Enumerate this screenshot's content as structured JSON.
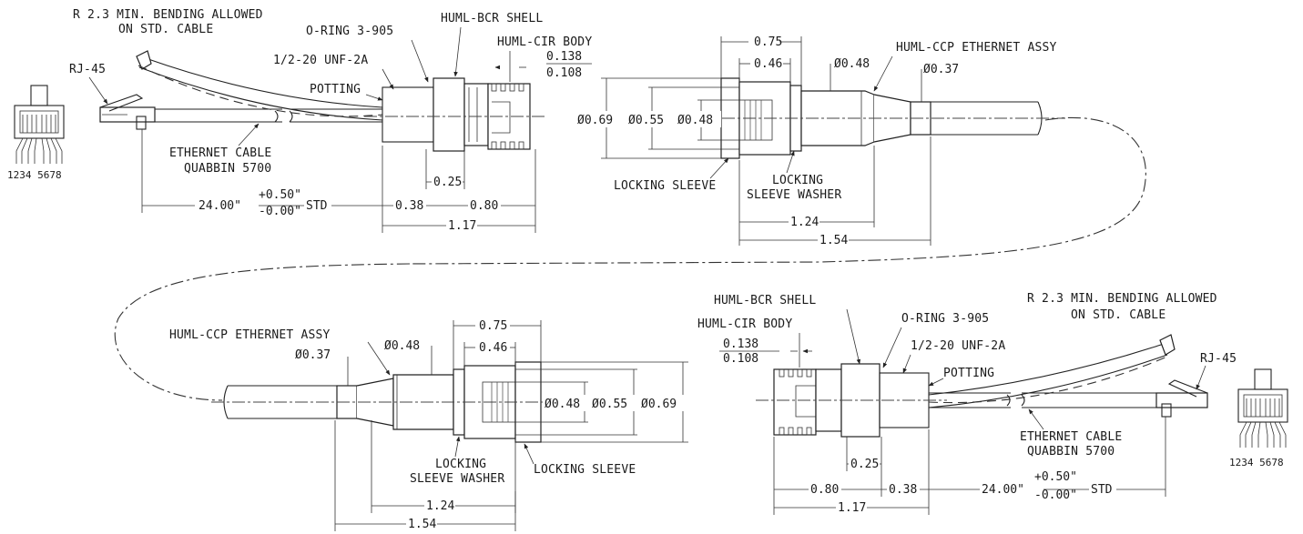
{
  "assembly_top_left": {
    "bend_note_1": "R 2.3 MIN. BENDING ALLOWED",
    "bend_note_2": "ON STD. CABLE",
    "rj45": "RJ-45",
    "pin_numbers": "1234 5678",
    "oring": "O-RING 3-905",
    "thread": "1/2-20 UNF-2A",
    "potting": "POTTING",
    "shell": "HUML-BCR SHELL",
    "body": "HUML-CIR BODY",
    "dim_0138": "0.138",
    "dim_0108": "0.108",
    "cable_1": "ETHERNET CABLE",
    "cable_2": "QUABBIN 5700",
    "len": "24.00\"",
    "tol_plus": "+0.50\"",
    "tol_minus": "-0.00\"",
    "std": "STD",
    "dim_038": "0.38",
    "dim_080": "0.80",
    "dim_025": "0.25",
    "dim_117": "1.17"
  },
  "assembly_top_right": {
    "dim_075": "0.75",
    "dim_046": "0.46",
    "dia_048_top": "Ø0.48",
    "dia_037": "Ø0.37",
    "ccp": "HUML-CCP ETHERNET ASSY",
    "dia_069": "Ø0.69",
    "dia_055": "Ø0.55",
    "dia_048": "Ø0.48",
    "locking_sleeve": "LOCKING SLEEVE",
    "washer_1": "LOCKING",
    "washer_2": "SLEEVE WASHER",
    "dim_124": "1.24",
    "dim_154": "1.54"
  },
  "assembly_bottom_left": {
    "ccp": "HUML-CCP ETHERNET ASSY",
    "dia_037": "Ø0.37",
    "dia_048_top": "Ø0.48",
    "dim_075": "0.75",
    "dim_046": "0.46",
    "dia_048": "Ø0.48",
    "dia_055": "Ø0.55",
    "dia_069": "Ø0.69",
    "washer_1": "LOCKING",
    "washer_2": "SLEEVE WASHER",
    "locking_sleeve": "LOCKING SLEEVE",
    "dim_124": "1.24",
    "dim_154": "1.54"
  },
  "assembly_bottom_right": {
    "shell": "HUML-BCR SHELL",
    "body": "HUML-CIR BODY",
    "oring": "O-RING 3-905",
    "bend_note_1": "R 2.3 MIN. BENDING ALLOWED",
    "bend_note_2": "ON STD. CABLE",
    "dim_0138": "0.138",
    "dim_0108": "0.108",
    "thread": "1/2-20 UNF-2A",
    "potting": "POTTING",
    "rj45": "RJ-45",
    "cable_1": "ETHERNET CABLE",
    "cable_2": "QUABBIN 5700",
    "pin_numbers": "1234 5678",
    "dim_025": "0.25",
    "dim_080": "0.80",
    "dim_038": "0.38",
    "len": "24.00\"",
    "tol_plus": "+0.50\"",
    "tol_minus": "-0.00\"",
    "std": "STD",
    "dim_117": "1.17"
  }
}
